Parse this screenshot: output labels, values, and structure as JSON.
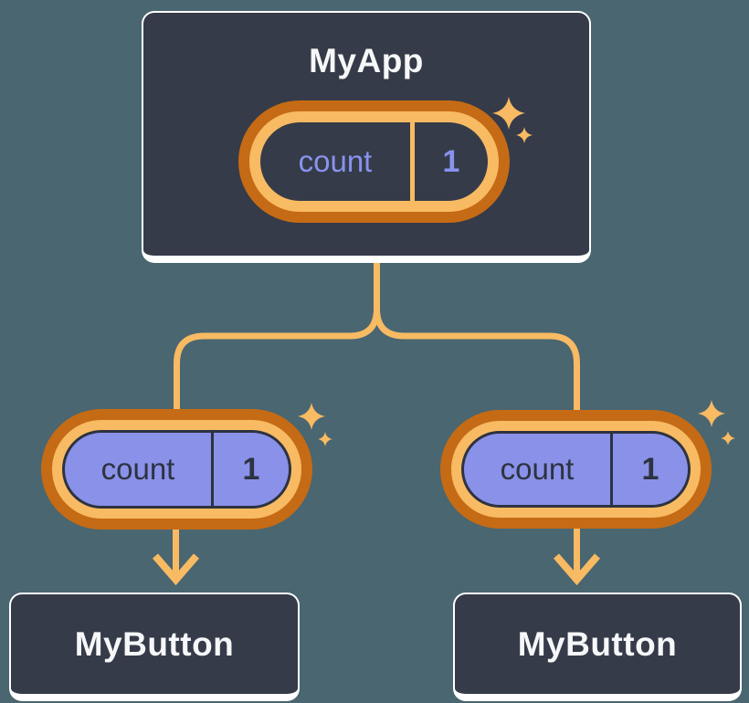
{
  "tree": {
    "root": {
      "title": "MyApp",
      "state": {
        "name": "count",
        "value": "1"
      }
    },
    "children": [
      {
        "title": "MyButton",
        "state": {
          "name": "count",
          "value": "1"
        }
      },
      {
        "title": "MyButton",
        "state": {
          "name": "count",
          "value": "1"
        }
      }
    ]
  },
  "icons": {
    "sparkle": "four-point-star"
  },
  "colors": {
    "background": "#4A6670",
    "card_fill": "#353B48",
    "card_border": "#FFFFFF",
    "title_text": "#F6F7F9",
    "connector_orange": "#F8BA63",
    "ring_dark_orange": "#C56B15",
    "state_text_periwinkle": "#8893EE",
    "child_pill_purple": "#8A91E9",
    "ink_dark": "#2D3340"
  }
}
